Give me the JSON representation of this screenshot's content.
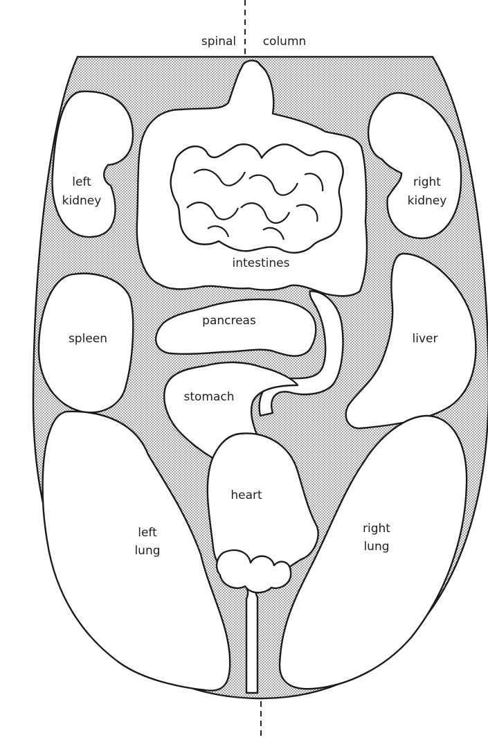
{
  "labels": {
    "spinal": "spinal",
    "column": "column",
    "left_kidney": [
      "left",
      "kidney"
    ],
    "right_kidney": [
      "right",
      "kidney"
    ],
    "intestines": "intestines",
    "pancreas": "pancreas",
    "spleen": "spleen",
    "liver": "liver",
    "stomach": "stomach",
    "heart": "heart",
    "left_lung": [
      "left",
      "lung"
    ],
    "right_lung": [
      "right",
      "lung"
    ]
  },
  "colors": {
    "stipple": "#5a5a5a",
    "organ_fill": "#ffffff",
    "outline": "#1a1a1a"
  }
}
